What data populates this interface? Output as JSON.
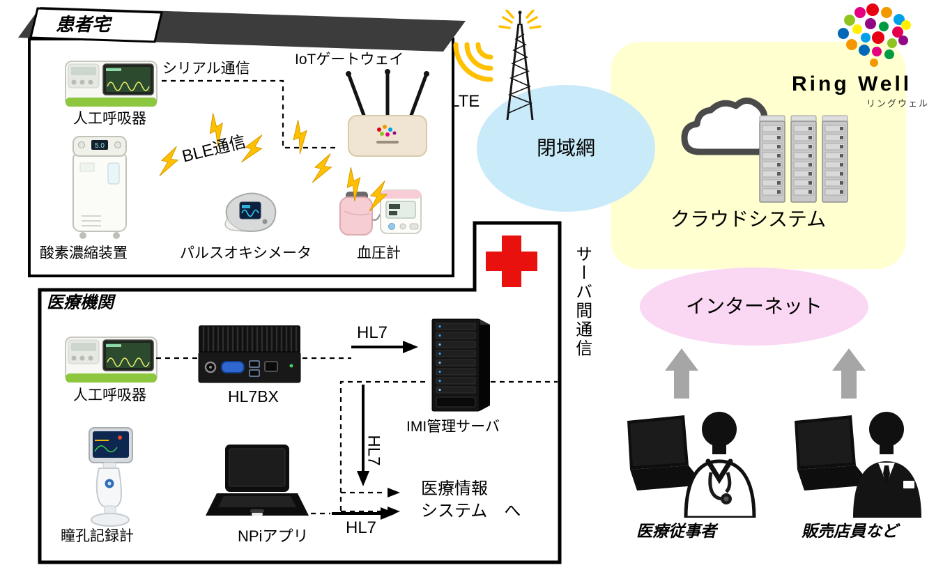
{
  "patient_home": {
    "title": "患者宅",
    "ventilator_label": "人工呼吸器",
    "serial_comm_label": "シリアル通信",
    "iot_gateway_label": "IoTゲートウェイ",
    "ble_comm_label": "BLE通信",
    "oxygen_concentrator_label": "酸素濃縮装置",
    "oxygen_display_value": "5.0",
    "pulse_oximeter_label": "パルスオキシメータ",
    "blood_pressure_label": "血圧計"
  },
  "medical_institution": {
    "title": "医療機関",
    "ventilator_label": "人工呼吸器",
    "hl7bx_label": "HL7BX",
    "hl7_label_top": "HL7",
    "hl7_label_vertical": "HL7",
    "hl7_label_bottom": "HL7",
    "imi_server_label": "IMI管理サーバ",
    "pupil_recorder_label": "瞳孔記録計",
    "npi_app_label": "NPiアプリ",
    "medical_info_line1": "医療情報",
    "medical_info_line2": "システム　へ"
  },
  "network": {
    "lte_label": "LTE",
    "closed_network_label": "閉域網",
    "cloud_system_label": "クラウドシステム",
    "internet_label": "インターネット",
    "server_comm_label": "サーバ間通信"
  },
  "brand": {
    "name": "Ring Well",
    "kana": "リングウェル"
  },
  "people": {
    "medical_staff_label": "医療従事者",
    "sales_staff_label": "販売店員など"
  },
  "colors": {
    "closed_network_fill": "#c9eaf9",
    "cloud_panel_fill": "#ffffd0",
    "internet_fill": "#fad7f2",
    "lightning_yellow": "#ffc000",
    "cross_red": "#e8110d",
    "arrow_gray": "#a6a6a6"
  }
}
